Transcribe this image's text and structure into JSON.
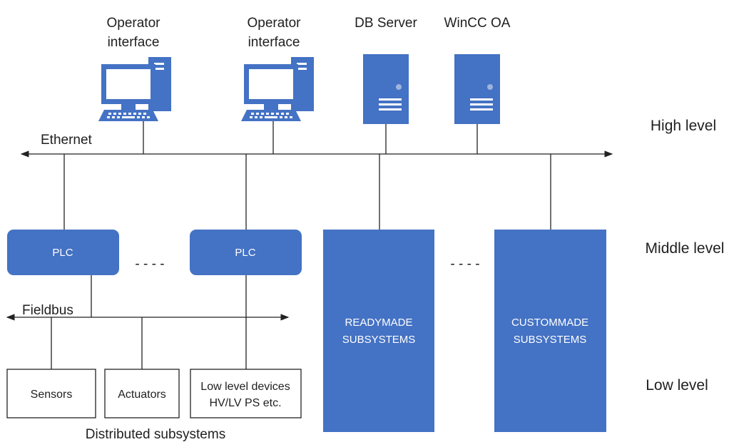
{
  "top_labels": {
    "operator1": [
      "Operator",
      "interface"
    ],
    "operator2": [
      "Operator",
      "interface"
    ],
    "db_server": "DB Server",
    "wincc": "WinCC OA"
  },
  "levels": {
    "high": "High level",
    "middle": "Middle level",
    "low": "Low level"
  },
  "buses": {
    "ethernet": "Ethernet",
    "fieldbus": "Fieldbus"
  },
  "plc": {
    "left": "PLC",
    "right": "PLC",
    "ellipsis": "- - - -"
  },
  "subsystems": {
    "readymade": [
      "READYMADE",
      "SUBSYSTEMS"
    ],
    "custommade": [
      "CUSTOMMADE",
      "SUBSYSTEMS"
    ],
    "ellipsis": "- - - -"
  },
  "devices": {
    "sensors": "Sensors",
    "actuators": "Actuators",
    "low_level": [
      "Low level devices",
      "HV/LV PS etc."
    ]
  },
  "footer": "Distributed subsystems",
  "colors": {
    "block": "#4472c4",
    "line": "#222222"
  },
  "icons": {
    "workstation": "desktop-computer-icon",
    "server": "server-tower-icon"
  }
}
